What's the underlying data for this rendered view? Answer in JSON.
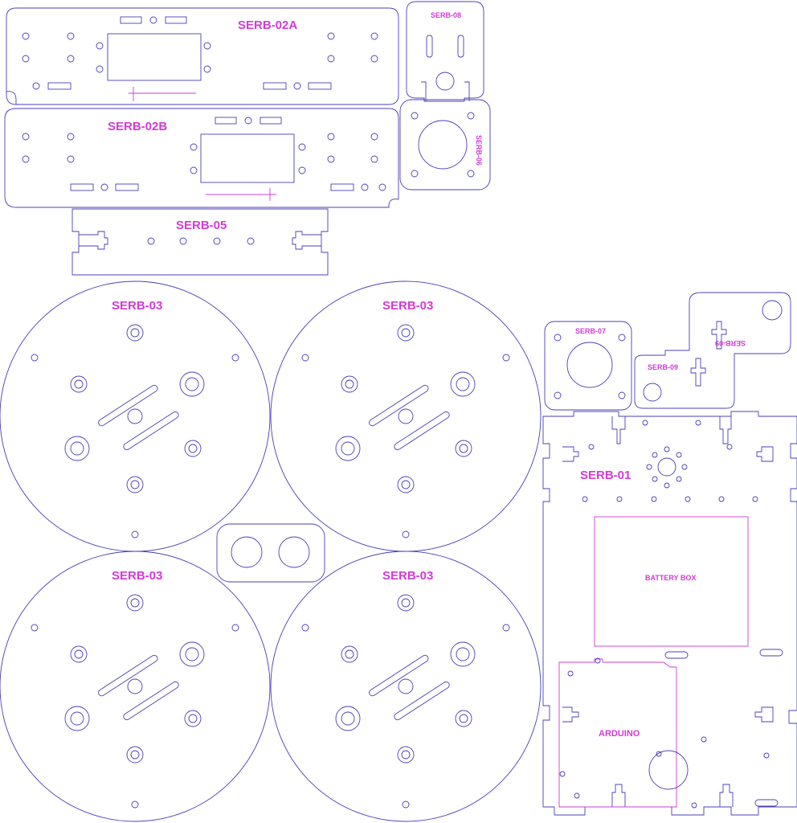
{
  "labels": {
    "serb_02a": "SERB-02A",
    "serb_02b": "SERB-02B",
    "serb_05": "SERB-05",
    "serb_08": "SERB-08",
    "serb_06": "SERB-06",
    "serb_03": "SERB-03",
    "serb_07": "SERB-07",
    "serb_09": "SERB-09",
    "serb_01": "SERB-01",
    "battery_box": "BATTERY BOX",
    "arduino": "ARDUINO"
  },
  "colors": {
    "cut_line": "#4a3fb8",
    "label": "#d23bd6"
  }
}
